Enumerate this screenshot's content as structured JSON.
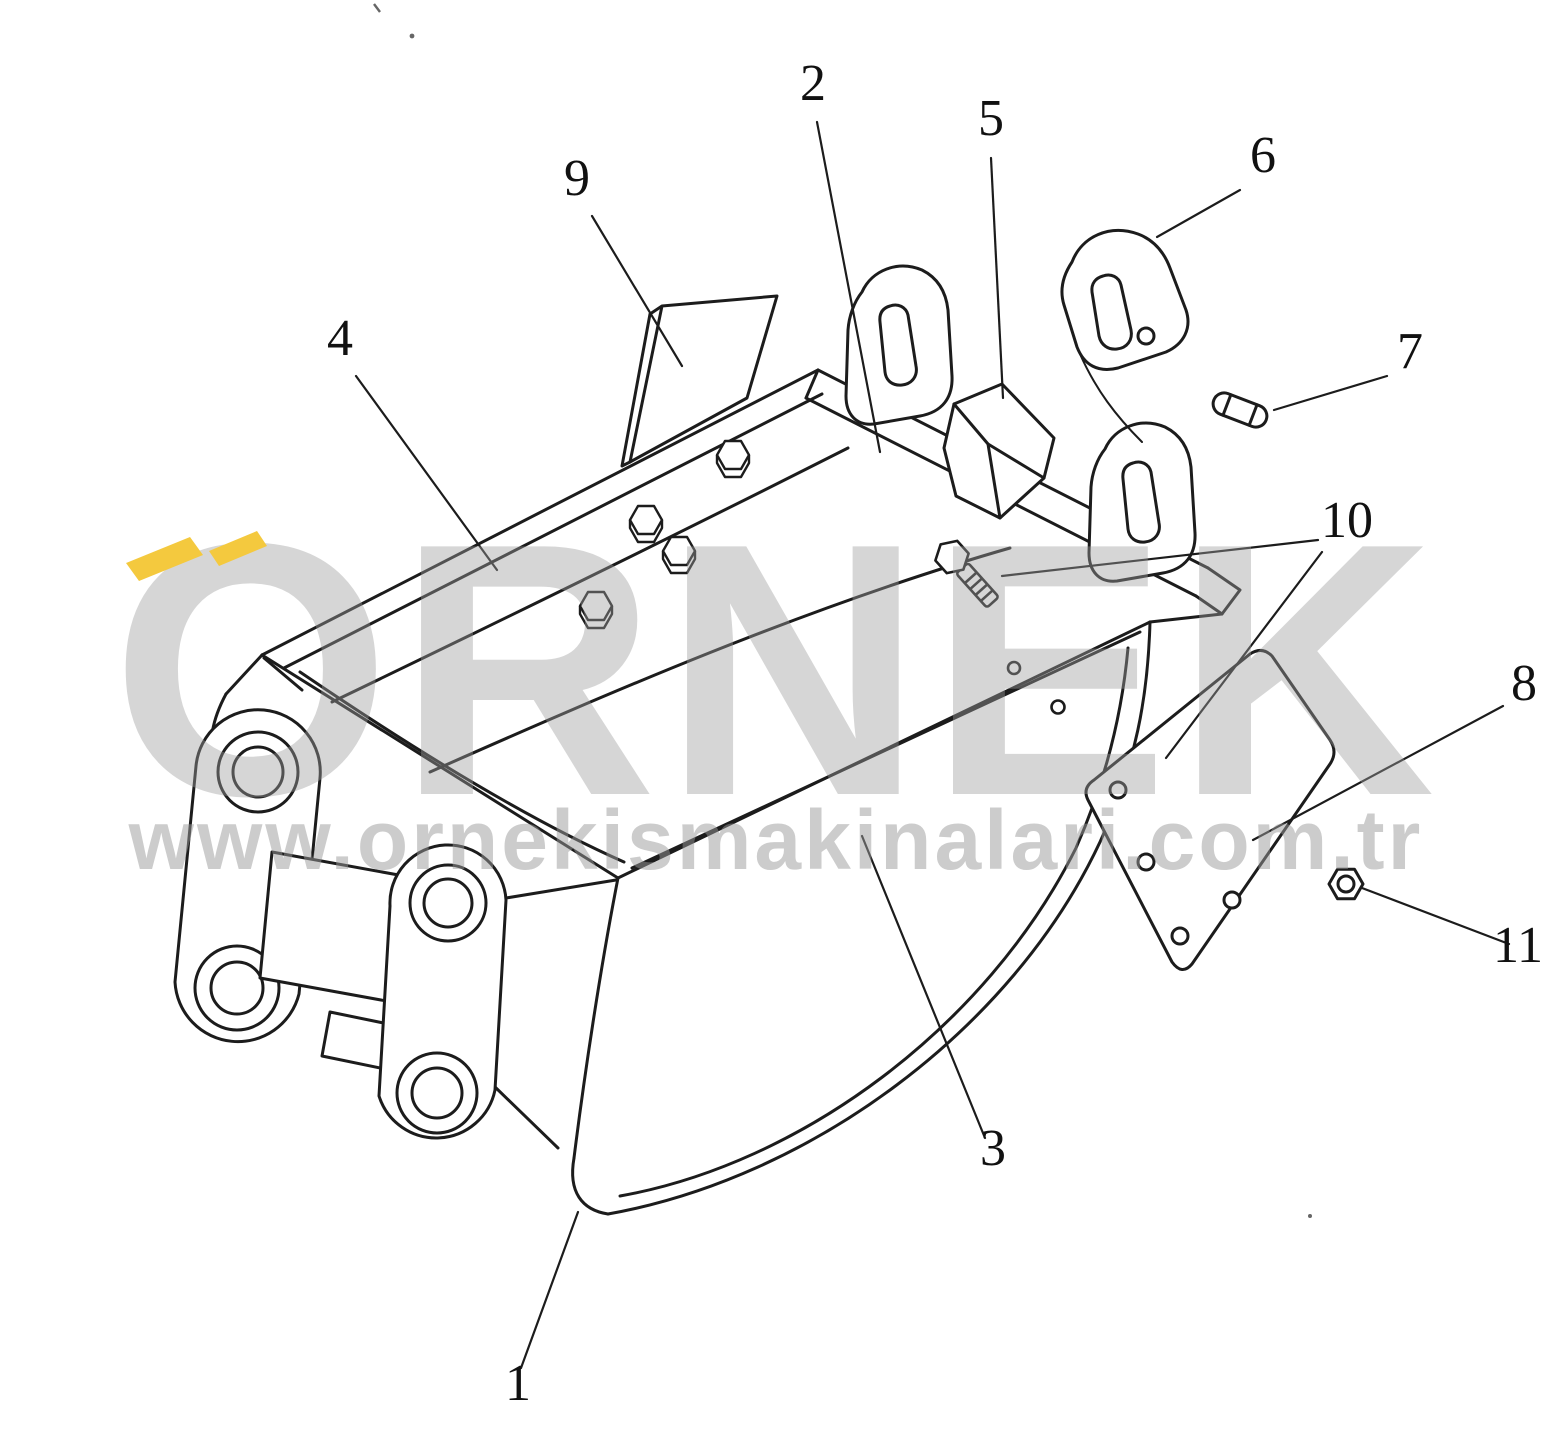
{
  "figure": {
    "callout_labels": [
      "1",
      "2",
      "3",
      "4",
      "5",
      "6",
      "7",
      "8",
      "9",
      "10",
      "11"
    ]
  },
  "watermark": {
    "brand": "ÖRNEK",
    "brand_display": "ORNEK",
    "url": "www.ornekismakinalari.com.tr",
    "accent_color": "#F4C93E",
    "text_color": "#9E9E9E"
  },
  "colors": {
    "background": "#FFFFFF",
    "line": "#1C1C1C"
  }
}
